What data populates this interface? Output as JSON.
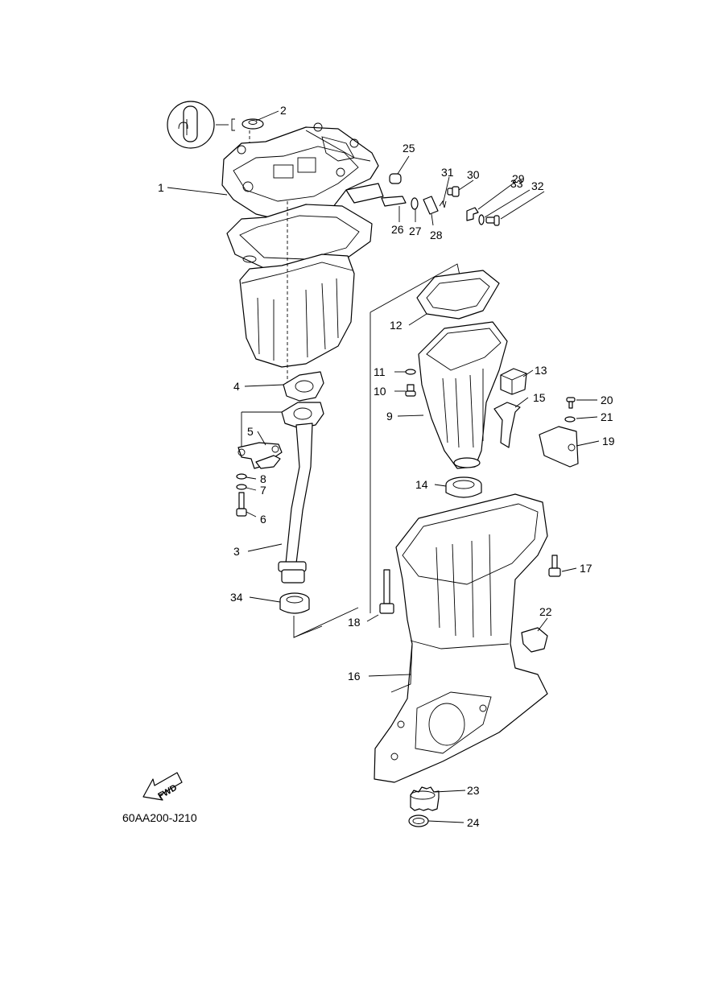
{
  "diagram_code": "60AA200-J210",
  "fwd_label": "FWD",
  "callouts": {
    "c1": "1",
    "c2": "2",
    "c3": "3",
    "c4": "4",
    "c5": "5",
    "c6": "6",
    "c7": "7",
    "c8": "8",
    "c9": "9",
    "c10": "10",
    "c11": "11",
    "c12": "12",
    "c13": "13",
    "c14": "14",
    "c15": "15",
    "c16": "16",
    "c17": "17",
    "c18": "18",
    "c19": "19",
    "c20": "20",
    "c21": "21",
    "c22": "22",
    "c23": "23",
    "c24": "24",
    "c25": "25",
    "c26": "26",
    "c27": "27",
    "c28": "28",
    "c29": "29",
    "c30": "30",
    "c31": "31",
    "c32": "32",
    "c33": "33",
    "c34": "34"
  },
  "icons": {
    "sealant": "sealant-icon",
    "fwd_arrow": "fwd-arrow-icon"
  }
}
